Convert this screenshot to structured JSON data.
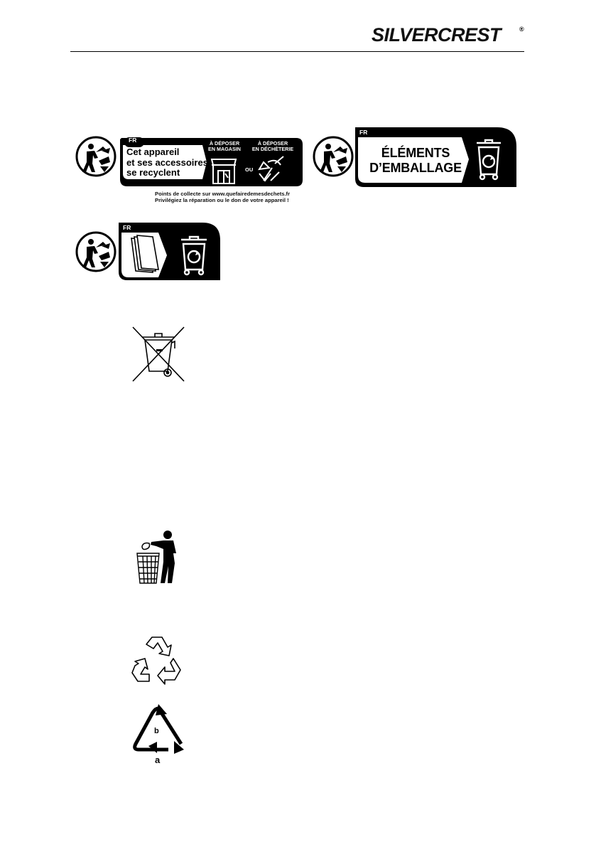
{
  "header": {
    "brand_logo_text": "SilverCrest",
    "registered": "®"
  },
  "triman_banner": {
    "country": "FR",
    "text_line1": "Cet appareil",
    "text_line2": "et ses accessoires",
    "text_line3": "se recyclent",
    "deposit_store_line1": "À DÉPOSER",
    "deposit_store_line2": "EN MAGASIN",
    "or_label": "OU",
    "deposit_center_line1": "À DÉPOSER",
    "deposit_center_line2": "EN DÉCHÈTERIE",
    "collect_line1": "Points de collecte sur www.quefairedemesdechets.fr",
    "collect_line2": "Privilégiez la réparation ou le don de votre appareil !"
  },
  "packaging_banner": {
    "country": "FR",
    "line1": "ÉLÉMENTS",
    "line2": "D’EMBALLAGE"
  },
  "paper_banner": {
    "country": "FR"
  },
  "symbols": {
    "weee_icon": "crossed-out-wheelie-bin-icon",
    "tidyman_icon": "tidyman-icon",
    "recycle_icon": "recycling-arrows-icon",
    "recycle_code": {
      "inner": "b",
      "below": "a"
    }
  },
  "colors": {
    "ink": "#000000",
    "paper": "#ffffff"
  }
}
